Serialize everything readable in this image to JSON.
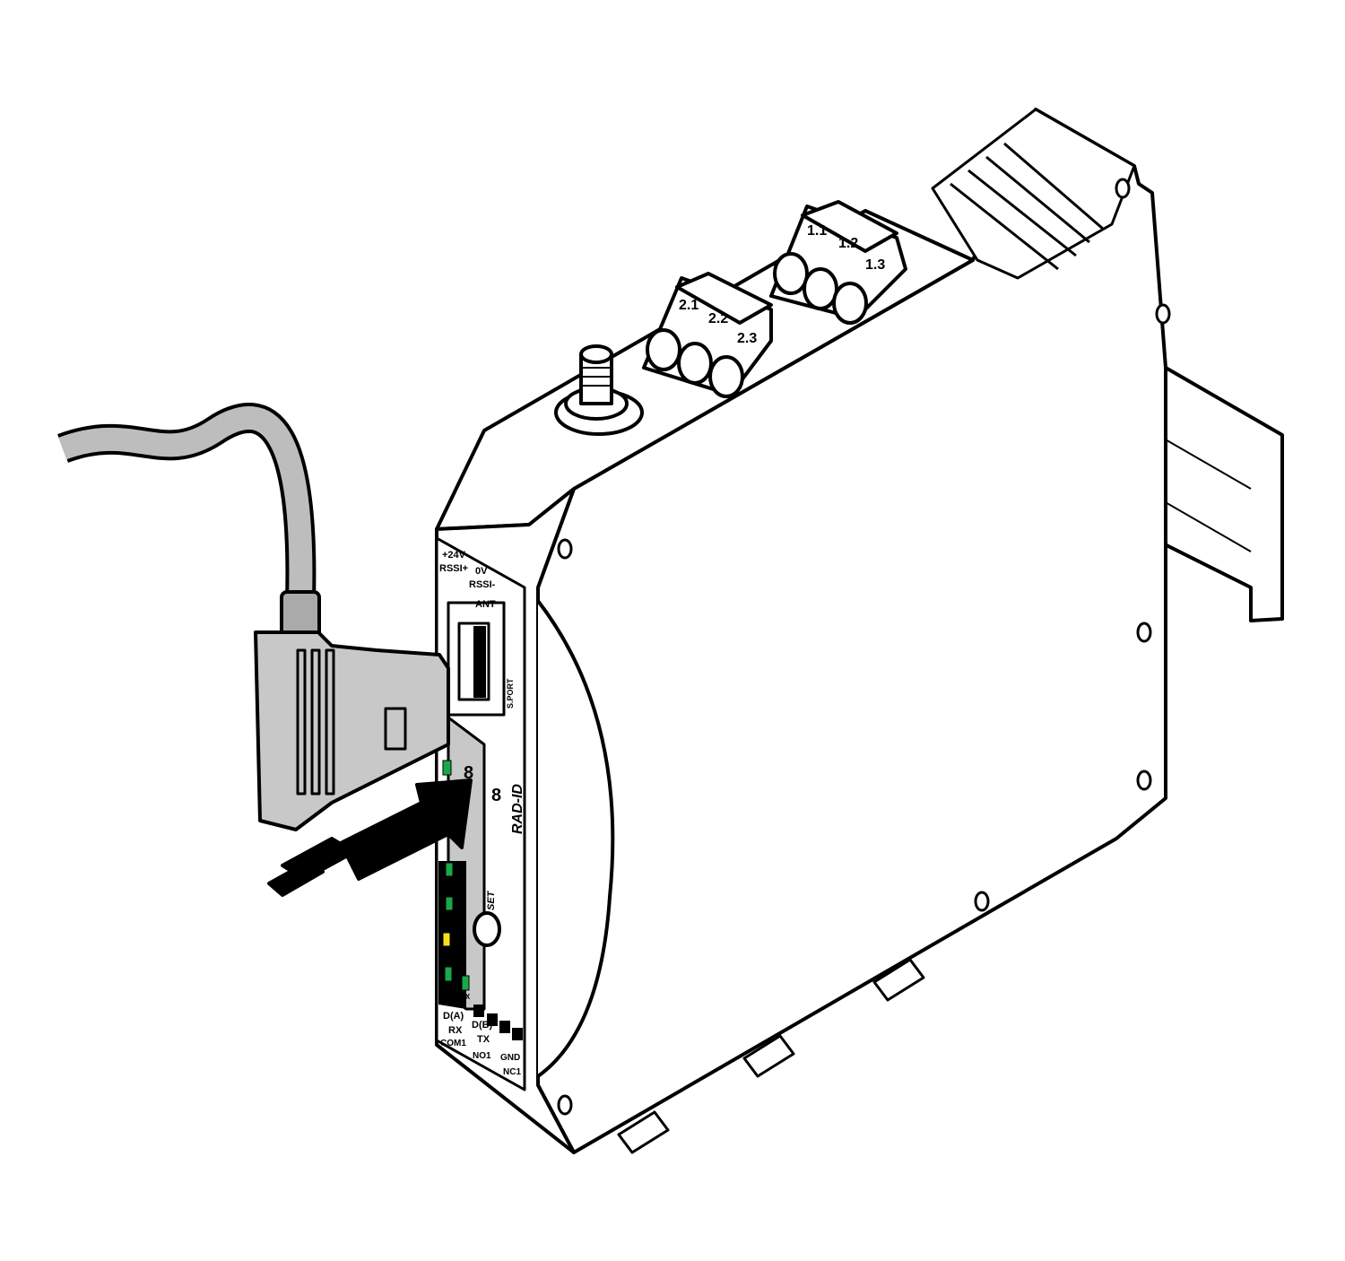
{
  "device": {
    "name_label": "RAD-ID",
    "set_label": "SET",
    "port_label": "S.PORT",
    "ant_label": "ANT",
    "rotary_digit_1": "8",
    "rotary_digit_2": "8",
    "top_labels": [
      "+24V",
      "0V",
      "RSSI+",
      "RSSI-"
    ],
    "led_labels": [
      "RX",
      "TX"
    ],
    "bottom_labels": {
      "row1": [
        "D(A)",
        "D(B)"
      ],
      "row2": [
        "RX",
        "TX"
      ],
      "row3": [
        "COM1",
        "NO1",
        "GND",
        "NC1"
      ]
    },
    "terminal_block_1": [
      "1.1",
      "1.2",
      "1.3"
    ],
    "terminal_block_2": [
      "2.1",
      "2.2",
      "2.3"
    ]
  },
  "colors": {
    "outline": "#000000",
    "connector_gray": "#c8c8c8",
    "led_green": "#1aa84a",
    "led_yellow": "#f2e21a"
  }
}
